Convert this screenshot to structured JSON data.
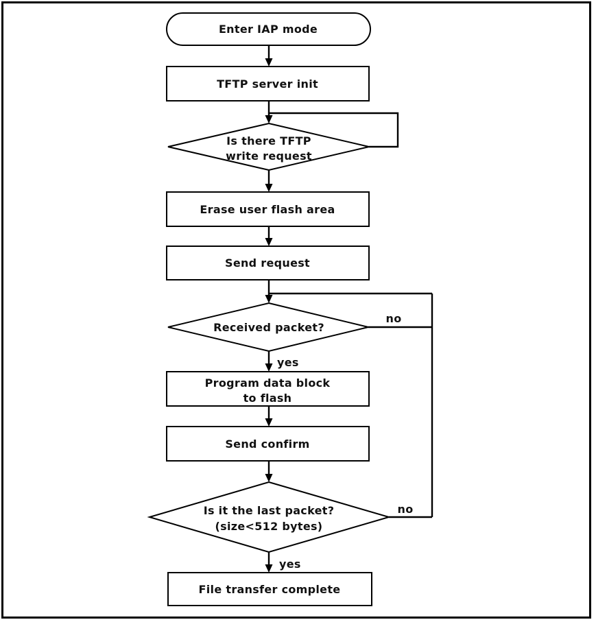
{
  "diagram": {
    "type": "flowchart",
    "background_color": "#ffffff",
    "line_color": "#000000",
    "text_color": "#111111",
    "nodes": {
      "start": {
        "shape": "terminator",
        "label": "Enter IAP mode"
      },
      "tftp_init": {
        "shape": "process",
        "label": "TFTP server init"
      },
      "write_request": {
        "shape": "decision",
        "line1": "Is there TFTP",
        "line2": "write request"
      },
      "erase_flash": {
        "shape": "process",
        "label": "Erase user flash area"
      },
      "send_request": {
        "shape": "process",
        "label": "Send request"
      },
      "received_packet": {
        "shape": "decision",
        "label": "Received packet?"
      },
      "program_flash": {
        "shape": "process",
        "line1": "Program data block",
        "line2": "to flash"
      },
      "send_confirm": {
        "shape": "process",
        "label": "Send confirm"
      },
      "last_packet": {
        "shape": "decision",
        "line1": "Is it the last packet?",
        "line2": "(size<512 bytes)"
      },
      "complete": {
        "shape": "process",
        "label": "File transfer complete"
      }
    },
    "edge_labels": {
      "received_no": "no",
      "received_yes": "yes",
      "last_no": "no",
      "last_yes": "yes"
    }
  }
}
